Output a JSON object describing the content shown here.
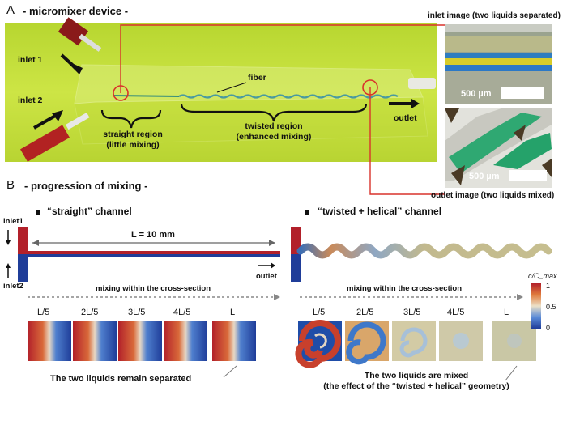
{
  "panel_a": {
    "letter": "A",
    "title": "- micromixer device -",
    "inlet1": "inlet 1",
    "inlet2": "inlet 2",
    "fiber": "fiber",
    "outlet": "outlet",
    "straight_region": "straight region\n(little mixing)",
    "twisted_region": "twisted region\n(enhanced mixing)",
    "inlet_image_label": "inlet image (two liquids separated)",
    "outlet_image_label": "outlet image (two liquids mixed)",
    "scale_label": "500 µm"
  },
  "panel_b": {
    "letter": "B",
    "title": "- progression of mixing -",
    "straight_channel": "“straight” channel",
    "twisted_channel": "“twisted + helical” channel",
    "inlet1": "inlet1",
    "inlet2": "inlet2",
    "length": "L = 10 mm",
    "outlet": "outlet",
    "mixing_text": "mixing within the cross-section",
    "positions": [
      "L/5",
      "2L/5",
      "3L/5",
      "4L/5",
      "L"
    ],
    "separated_text": "The two liquids remain separated",
    "mixed_text": "The two liquids are mixed\n(the effect of the “twisted + helical” geometry)",
    "colorbar_title": "c/C_max",
    "colorbar_ticks": [
      "1",
      "0.5",
      "0"
    ]
  },
  "colors": {
    "red": "#b2202a",
    "blue": "#1f3d99",
    "mixed": "#c9c7a5",
    "device_bg": "#c6e23a",
    "callout": "#d9322b"
  }
}
